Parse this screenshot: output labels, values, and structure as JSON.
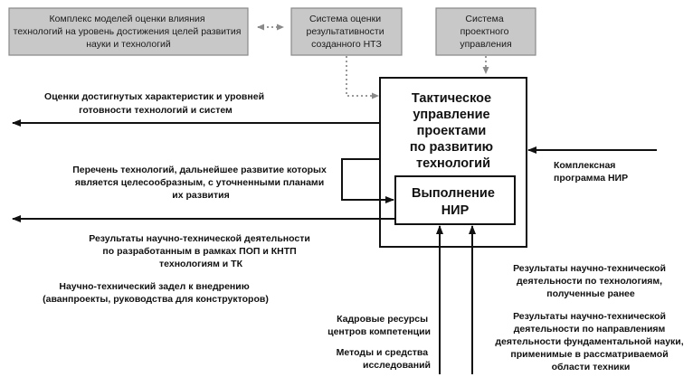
{
  "top_boxes": {
    "models": {
      "lines": [
        "Комплекс моделей оценки влияния",
        "технологий на уровень достижения целей развития",
        "науки и технологий"
      ]
    },
    "evaluation": {
      "lines": [
        "Система оценки",
        "результативности",
        "созданного НТЗ"
      ]
    },
    "project": {
      "lines": [
        "Система",
        "проектного",
        "управления"
      ]
    }
  },
  "main_box": {
    "lines": [
      "Тактическое",
      "управление",
      "проектами",
      "по развитию",
      "технологий"
    ]
  },
  "inner_box": {
    "lines": [
      "Выполнение",
      "НИР"
    ]
  },
  "outputs": {
    "assessments": {
      "lines": [
        "Оценки достигнутых характеристик и уровней",
        "готовности технологий и систем"
      ]
    },
    "tech_list": {
      "lines": [
        "Перечень технологий, дальнейшее развитие которых",
        "является целесообразным, с уточненными планами",
        "их развития"
      ]
    },
    "results": {
      "lines": [
        "Результаты научно-технической деятельности",
        "по разработанным в рамках ПОП и КНТП",
        "технологиям и ТК"
      ]
    },
    "backlog": {
      "lines": [
        "Научно-технический задел к внедрению",
        "(аванпроекты, руководства для конструкторов)"
      ]
    }
  },
  "inputs": {
    "program": {
      "lines": [
        "Комплексная",
        "программа НИР"
      ]
    },
    "staff": {
      "lines": [
        "Кадровые ресурсы",
        "центров компетенции"
      ]
    },
    "methods": {
      "lines": [
        "Методы и средства",
        "исследований"
      ]
    },
    "prior_results": {
      "lines": [
        "Результаты научно-технической",
        "деятельности по технологиям,",
        "полученные ранее"
      ]
    },
    "fundamental": {
      "lines": [
        "Результаты научно-технической",
        "деятельности по направлениям",
        "деятельности фундаментальной науки,",
        "применимые в рассматриваемой",
        "области техники"
      ]
    }
  },
  "colors": {
    "gray_box_fill": "#c8c8c8",
    "gray_box_stroke": "#8a8a8a",
    "line": "#111111",
    "dotted": "#9a9a9a"
  }
}
